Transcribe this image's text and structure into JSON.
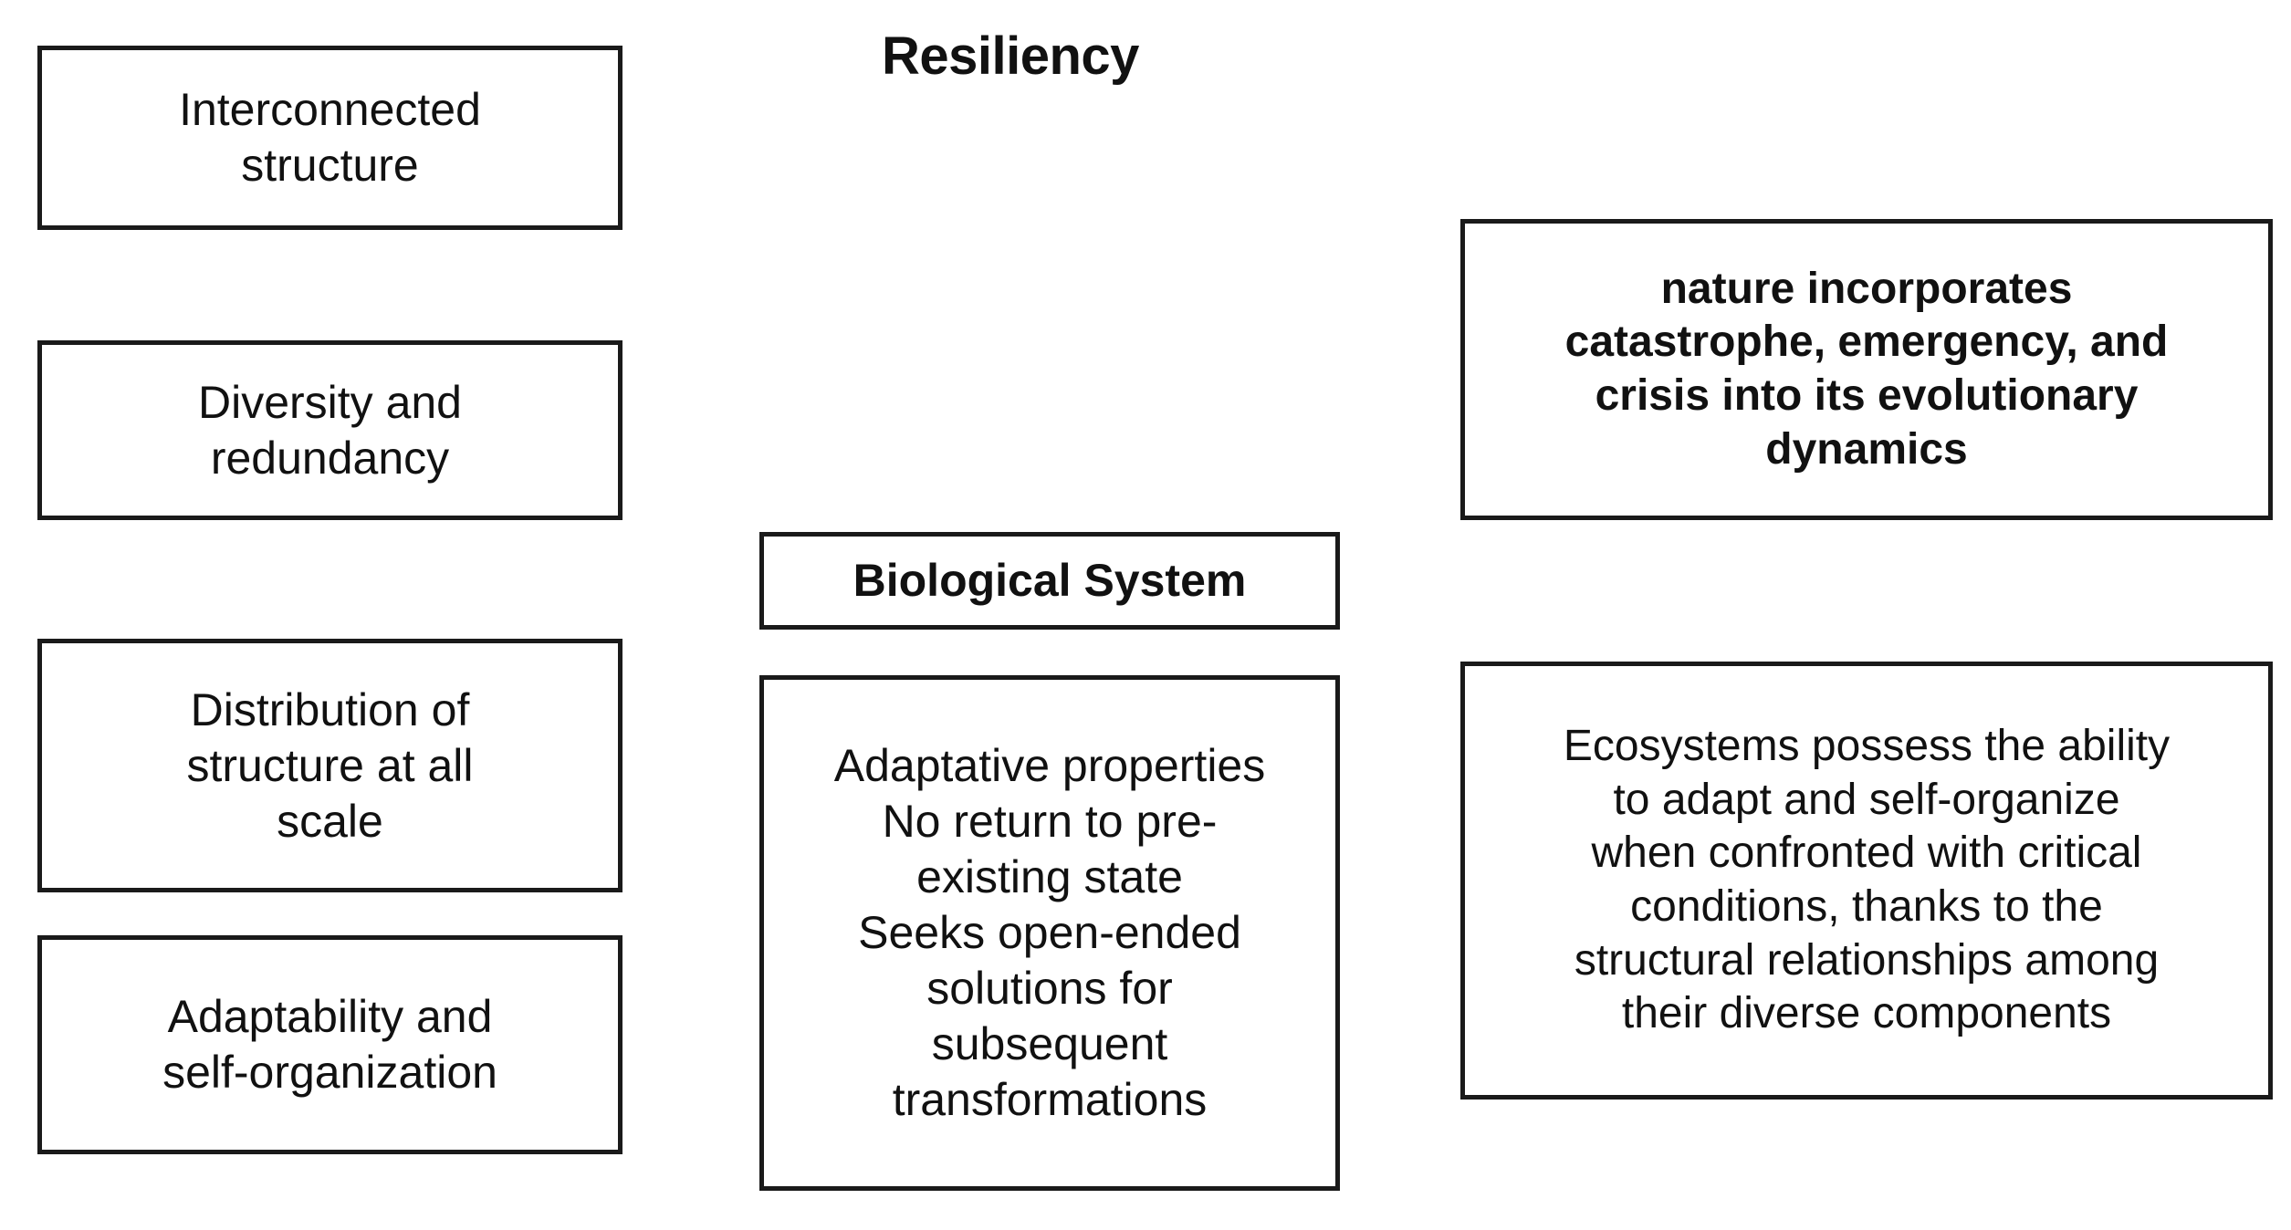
{
  "diagram": {
    "title": "Resiliency",
    "left_column": [
      {
        "id": "interconnected-structure",
        "text": "Interconnected\nstructure",
        "weight": "regular"
      },
      {
        "id": "diversity-redundancy",
        "text": "Diversity and\nredundancy",
        "weight": "regular"
      },
      {
        "id": "distribution-structure",
        "text": "Distribution of\nstructure at all\nscale",
        "weight": "regular"
      },
      {
        "id": "adaptability-self-org",
        "text": "Adaptability and\nself-organization",
        "weight": "regular"
      }
    ],
    "middle_column": [
      {
        "id": "biological-system",
        "text": "Biological System",
        "weight": "bold"
      },
      {
        "id": "adaptive-properties",
        "text": "Adaptative properties\nNo return to pre-\nexisting state\nSeeks open-ended\nsolutions for\nsubsequent\ntransformations",
        "weight": "regular"
      }
    ],
    "right_column": [
      {
        "id": "nature-incorporates",
        "text": "nature incorporates\ncatastrophe, emergency, and\ncrisis into its evolutionary\ndynamics",
        "weight": "bold"
      },
      {
        "id": "ecosystems-ability",
        "text": "Ecosystems possess the ability\nto adapt and self-organize\nwhen confronted with critical\nconditions, thanks to the\nstructural relationships among\ntheir diverse components",
        "weight": "regular"
      }
    ]
  },
  "colors": {
    "background": "#ffffff",
    "border": "#1a1a1a",
    "text": "#111111"
  }
}
